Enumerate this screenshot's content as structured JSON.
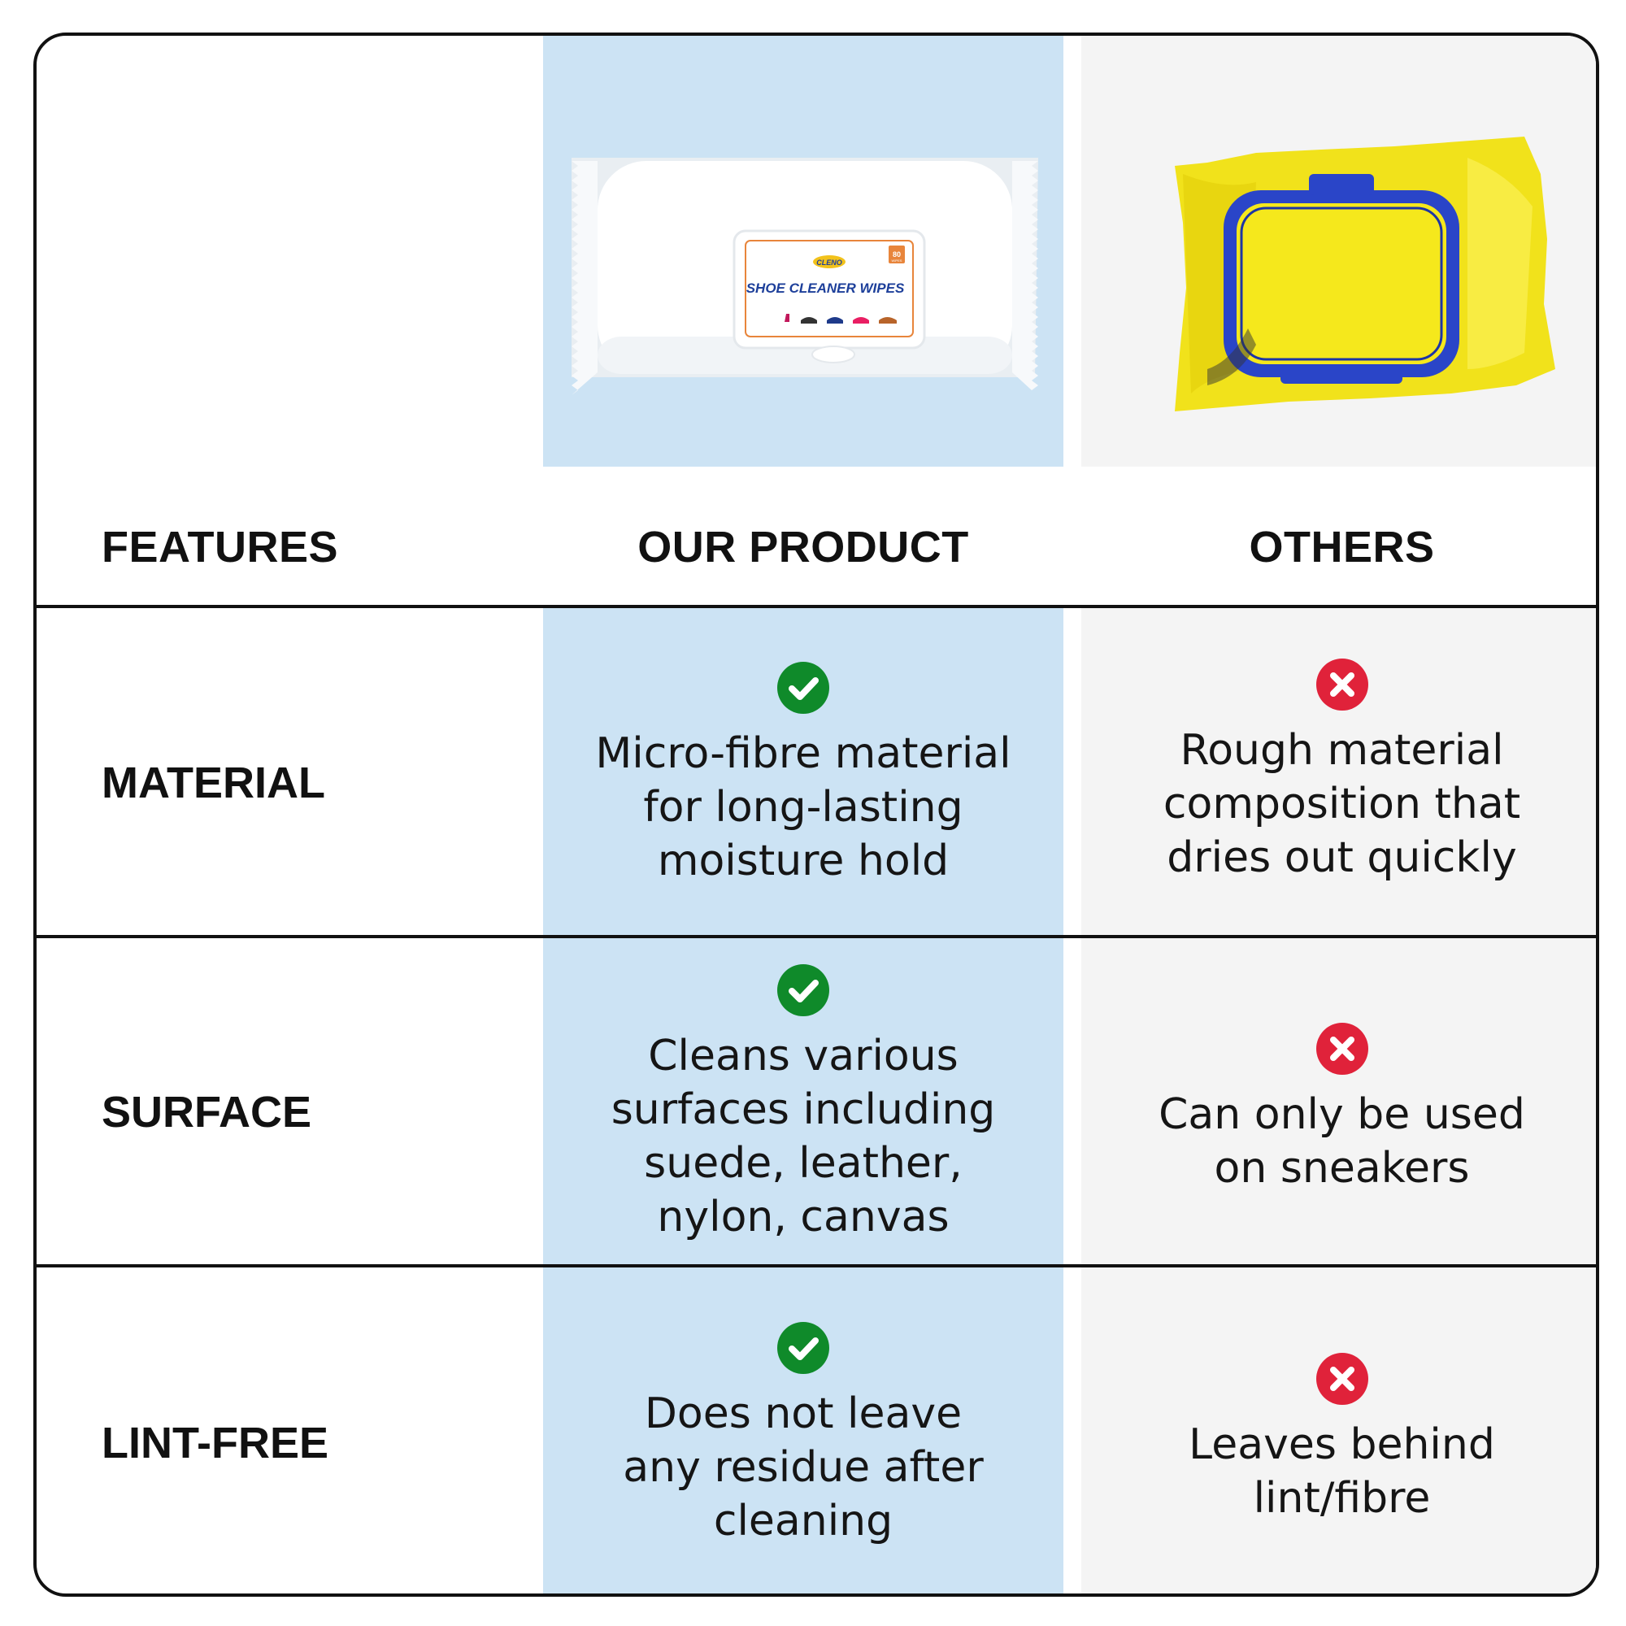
{
  "header": {
    "features_label": "FEATURES",
    "ours_label": "OUR PRODUCT",
    "others_label": "OTHERS"
  },
  "product_pack": {
    "brand": "CLENO",
    "title": "SHOE CLEANER WIPES",
    "count_number": "80",
    "count_unit": "WIPES"
  },
  "rows": [
    {
      "feature": "MATERIAL",
      "ours": "Micro-fibre material\nfor long-lasting\nmoisture hold",
      "others": "Rough material\ncomposition that\ndries out quickly"
    },
    {
      "feature": "SURFACE",
      "ours": "Cleans various\nsurfaces including\nsuede, leather,\nnylon, canvas",
      "others": "Can only be used\non sneakers"
    },
    {
      "feature": "LINT-FREE",
      "ours": "Does not leave\nany residue after\ncleaning",
      "others": "Leaves behind\nlint/fibre"
    }
  ],
  "colors": {
    "ours_column": "#cce3f4",
    "others_column": "#f4f4f4",
    "check_green": "#0f8a2a",
    "cross_red": "#e0223a",
    "border": "#111111"
  },
  "icons": {
    "ours": "check-circle-icon",
    "others": "cross-circle-icon"
  }
}
